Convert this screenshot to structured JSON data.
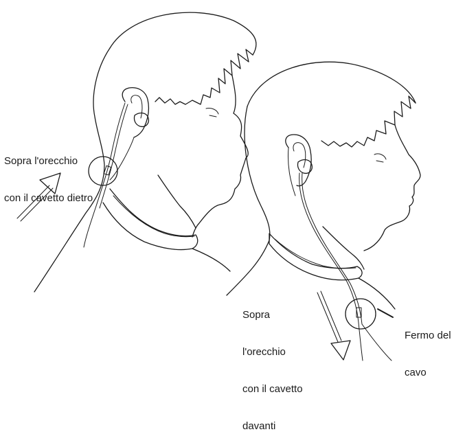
{
  "labels": {
    "behind": [
      "Sopra l'orecchio",
      "con il cavetto dietro"
    ],
    "front": [
      "Sopra",
      "l'orecchio",
      "con il cavetto",
      "davanti"
    ],
    "clip": [
      "Fermo del",
      "cavo"
    ]
  },
  "icons": [
    "head-profile-left",
    "head-profile-right",
    "up-right-arrow-icon",
    "down-arrow-icon"
  ],
  "colors": {
    "ink": "#1a1a1a",
    "background": "#ffffff"
  }
}
